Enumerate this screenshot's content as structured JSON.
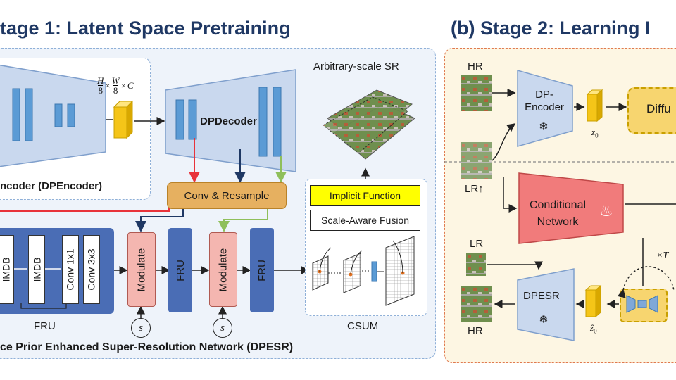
{
  "stage1": {
    "title": "tage 1: Latent Space Pretraining",
    "encoder_label": "ncoder (DPEncoder)",
    "latent_dims": {
      "h": "H",
      "w": "W",
      "den": "8",
      "c": "C",
      "times": "×"
    },
    "decoder_label": "DPDecoder",
    "conv_resample": "Conv & Resample",
    "arbitrary_sr": "Arbitrary-scale SR",
    "implicit_function": "Implicit Function",
    "scale_aware_fusion": "Scale-Aware Fusion",
    "csum": "CSUM",
    "fru_caption": "FRU",
    "imdb1": "IMDB",
    "imdb2": "IMDB",
    "conv1x1": "Conv 1x1",
    "conv3x3": "Conv 3x3",
    "modulate1": "Modulate",
    "modulate2": "Modulate",
    "fru1": "FRU",
    "fru2": "FRU",
    "s1": "s",
    "s2": "s",
    "bottom_caption": "ce Prior Enhanced Super-Resolution Network (DPESR)"
  },
  "stage2": {
    "title": "(b) Stage 2: Learning I",
    "hr_top": "HR",
    "dp_encoder": "DP-\nEncoder",
    "z0": "z",
    "z0_sub": "0",
    "diffu": "Diffu",
    "lr_up": "LR↑",
    "conditional_network": "Conditional\nNetwork",
    "lr_mid": "LR",
    "dpesr": "DPESR",
    "hr_bottom": "HR",
    "times_t": "×T",
    "z0_hat": "ẑ",
    "z0_hat_sub": "0"
  },
  "colors": {
    "title": "#1f3864",
    "panel_blue_bg": "#eef3fa",
    "panel_yellow_bg": "#fdf6e3",
    "panel_yellow_border": "#e07a4f",
    "block_blue": "#5b9bd5",
    "block_dark": "#4a6db5",
    "conv_resample": "#e6b060",
    "implicit_fn": "#ffff00",
    "modulate": "#f4b6b0",
    "conditional": "#f17b7b",
    "latent_yellow": "#f5c518",
    "arrow_red": "#e8333a",
    "arrow_navy": "#1f3864",
    "arrow_green": "#8fbf5a"
  },
  "icons": [
    "snowflake-icon",
    "flame-icon",
    "unet-icon"
  ]
}
